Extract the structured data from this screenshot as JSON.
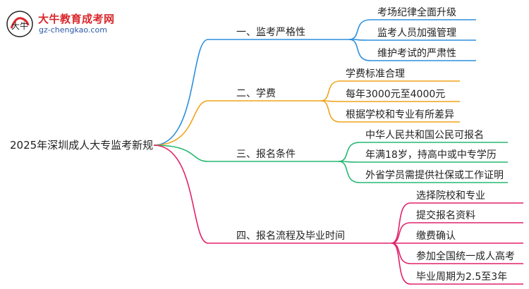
{
  "logo": {
    "title": "大牛教育成考网",
    "url": "gz-chengkao.com",
    "mark_text": "大牛"
  },
  "root": {
    "label": "2025年深圳成人大专监考新规"
  },
  "branches": [
    {
      "label": "一、监考严格性",
      "color": "#2e8fdd",
      "items": [
        "考场纪律全面升级",
        "监考人员加强管理",
        "维护考试的严肃性"
      ]
    },
    {
      "label": "二、学费",
      "color": "#f0a41c",
      "items": [
        "学费标准合理",
        "每年3000元至4000元",
        "根据学校和专业有所差异"
      ]
    },
    {
      "label": "三、报名条件",
      "color": "#26b872",
      "items": [
        "中华人民共和国公民可报名",
        "年满18岁，持高中或中专学历",
        "外省学员需提供社保或工作证明"
      ]
    },
    {
      "label": "四、报名流程及毕业时间",
      "color": "#e0226a",
      "items": [
        "选择院校和专业",
        "提交报名资料",
        "缴费确认",
        "参加全国统一成人高考",
        "毕业周期为2.5至3年"
      ]
    }
  ]
}
